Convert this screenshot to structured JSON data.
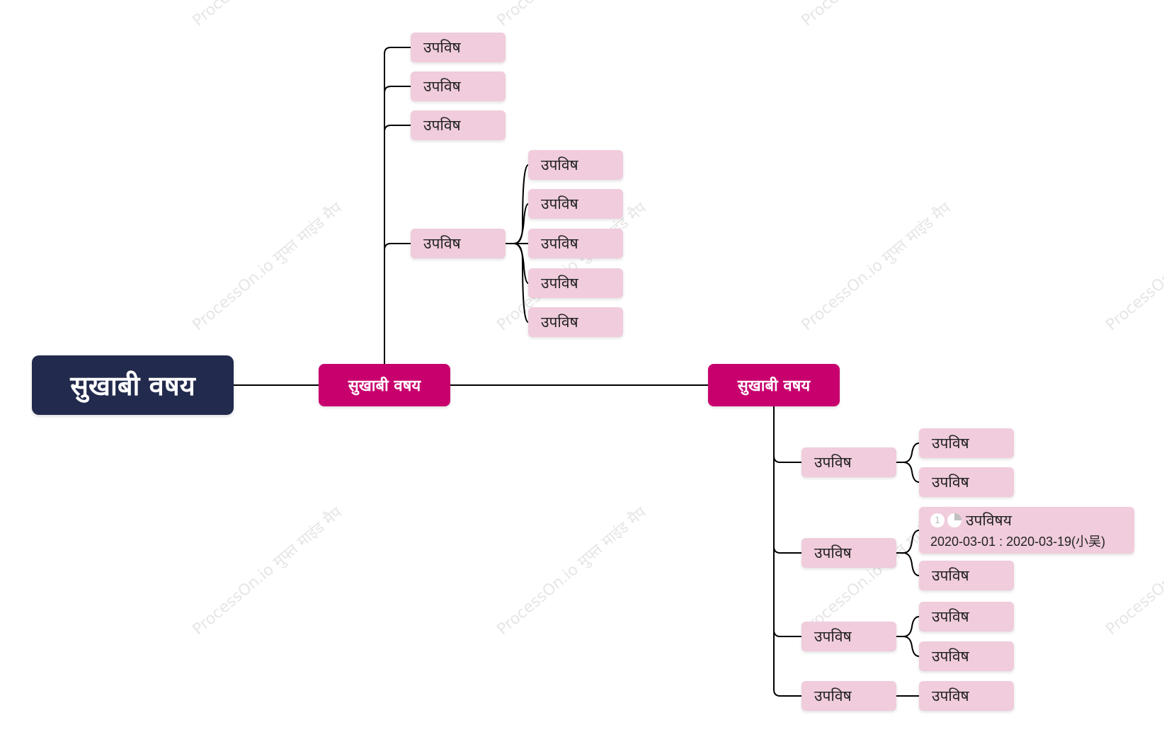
{
  "watermark": "ProcessOn.io मुफ्त माइंड मैप",
  "colors": {
    "root_bg": "#222a4d",
    "main_bg": "#c8006e",
    "sub_bg": "#f0ccdc",
    "line": "#000000"
  },
  "root": {
    "label": "सुखाबी वषय"
  },
  "branches": [
    {
      "label": "सुखाबी वषय",
      "children": [
        {
          "label": "उपविष"
        },
        {
          "label": "उपविष"
        },
        {
          "label": "उपविष"
        },
        {
          "label": "उपविष",
          "children": [
            {
              "label": "उपविष"
            },
            {
              "label": "उपविष"
            },
            {
              "label": "उपविष"
            },
            {
              "label": "उपविष"
            },
            {
              "label": "उपविष"
            }
          ]
        }
      ]
    },
    {
      "label": "सुखाबी वषय",
      "children": [
        {
          "label": "उपविष",
          "children": [
            {
              "label": "उपविष"
            },
            {
              "label": "उपविष"
            }
          ]
        },
        {
          "label": "उपविष",
          "children": [
            {
              "label": "उपविषय",
              "marker_priority": "1",
              "marker_progress_icon": "progress-quarter-icon",
              "dates": "2020-03-01 : 2020-03-19(小吴)"
            },
            {
              "label": "उपविष"
            }
          ]
        },
        {
          "label": "उपविष",
          "children": [
            {
              "label": "उपविष"
            },
            {
              "label": "उपविष"
            }
          ]
        },
        {
          "label": "उपविष",
          "children": [
            {
              "label": "उपविष"
            }
          ]
        }
      ]
    }
  ]
}
